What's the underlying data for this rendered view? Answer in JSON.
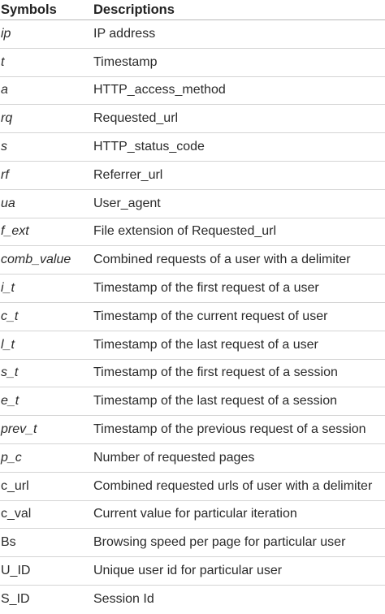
{
  "header": {
    "symbols": "Symbols",
    "descriptions": "Descriptions"
  },
  "rows": [
    {
      "symbol": "ip",
      "description": "IP address",
      "italic": true
    },
    {
      "symbol": "t",
      "description": "Timestamp",
      "italic": true
    },
    {
      "symbol": "a",
      "description": "HTTP_access_method",
      "italic": true
    },
    {
      "symbol": "rq",
      "description": "Requested_url",
      "italic": true
    },
    {
      "symbol": "s",
      "description": "HTTP_status_code",
      "italic": true
    },
    {
      "symbol": "rf",
      "description": "Referrer_url",
      "italic": true
    },
    {
      "symbol": "ua",
      "description": "User_agent",
      "italic": true
    },
    {
      "symbol": "f_ext",
      "description": "File extension of Requested_url",
      "italic": true
    },
    {
      "symbol": "comb_value",
      "description": "Combined requests of a user with a delimiter",
      "italic": true
    },
    {
      "symbol": "i_t",
      "description": "Timestamp of the first request of a user",
      "italic": true
    },
    {
      "symbol": "c_t",
      "description": "Timestamp of the current request of user",
      "italic": true
    },
    {
      "symbol": "l_t",
      "description": "Timestamp of the last request of a user",
      "italic": true
    },
    {
      "symbol": "s_t",
      "description": "Timestamp of the first request of a session",
      "italic": true
    },
    {
      "symbol": "e_t",
      "description": "Timestamp of the last request of a session",
      "italic": true
    },
    {
      "symbol": "prev_t",
      "description": "Timestamp of the previous request of a session",
      "italic": true
    },
    {
      "symbol": "p_c",
      "description": "Number of requested pages",
      "italic": true
    },
    {
      "symbol": "c_url",
      "description": "Combined requested urls of user with a delimiter",
      "italic": false
    },
    {
      "symbol": "c_val",
      "description": "Current value for particular iteration",
      "italic": false
    },
    {
      "symbol": "Bs",
      "description": "Browsing speed per page for particular user",
      "italic": false
    },
    {
      "symbol": "U_ID",
      "description": "Unique user id for particular user",
      "italic": false
    },
    {
      "symbol": "S_ID",
      "description": "Session Id",
      "italic": false
    }
  ]
}
